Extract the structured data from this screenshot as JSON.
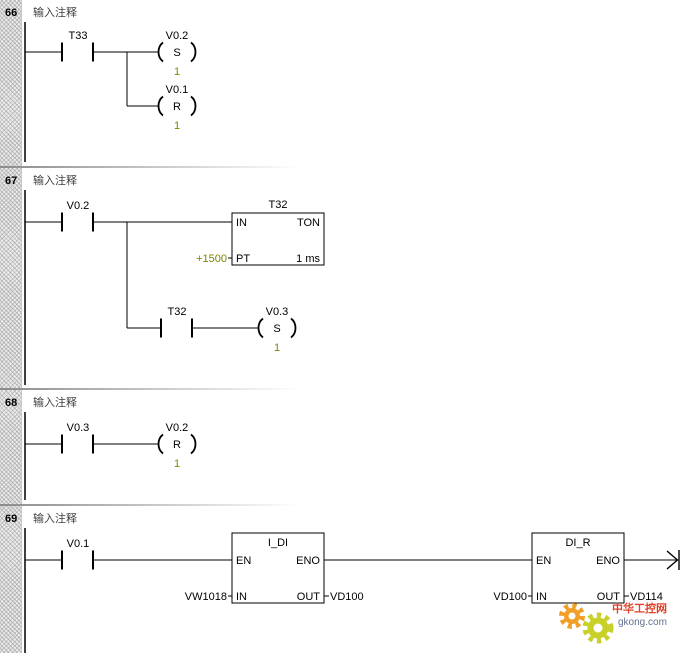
{
  "networks": [
    {
      "number": "66",
      "comment": "输入注释",
      "contacts": [
        {
          "operand": "T33"
        }
      ],
      "coils": [
        {
          "operand": "V0.2",
          "type": "S",
          "count": "1"
        },
        {
          "operand": "V0.1",
          "type": "R",
          "count": "1"
        }
      ]
    },
    {
      "number": "67",
      "comment": "输入注释",
      "contacts": [
        {
          "operand": "V0.2"
        },
        {
          "operand": "T32"
        }
      ],
      "timer": {
        "name": "T32",
        "type": "TON",
        "in_label": "IN",
        "pt_label": "PT",
        "resolution": "1 ms",
        "pt_value": "+1500"
      },
      "coils": [
        {
          "operand": "V0.3",
          "type": "S",
          "count": "1"
        }
      ]
    },
    {
      "number": "68",
      "comment": "输入注释",
      "contacts": [
        {
          "operand": "V0.3"
        }
      ],
      "coils": [
        {
          "operand": "V0.2",
          "type": "R",
          "count": "1"
        }
      ]
    },
    {
      "number": "69",
      "comment": "输入注释",
      "contacts": [
        {
          "operand": "V0.1"
        }
      ],
      "boxes": [
        {
          "title": "I_DI",
          "en": "EN",
          "eno": "ENO",
          "in": "IN",
          "out": "OUT",
          "in_operand": "VW1018",
          "out_operand": "VD100"
        },
        {
          "title": "DI_R",
          "en": "EN",
          "eno": "ENO",
          "in": "IN",
          "out": "OUT",
          "in_operand": "VD100",
          "out_operand": "VD114"
        }
      ]
    }
  ],
  "watermark": {
    "name": "中华工控网",
    "site": "gkong.com"
  },
  "colors": {
    "wire": "#000000",
    "constant": "#808000",
    "comment": "#404040",
    "gutter": "#d4d4d4",
    "separator": "#9a9a9a",
    "watermark_red": "#e2371d",
    "gear_orange": "#f29a1d",
    "gear_green": "#c7cf1e",
    "watermark_text": "#5a6a8a"
  },
  "icons": {
    "network_end": "right-arrow-to-bar-icon",
    "logo": "gear-icon"
  }
}
